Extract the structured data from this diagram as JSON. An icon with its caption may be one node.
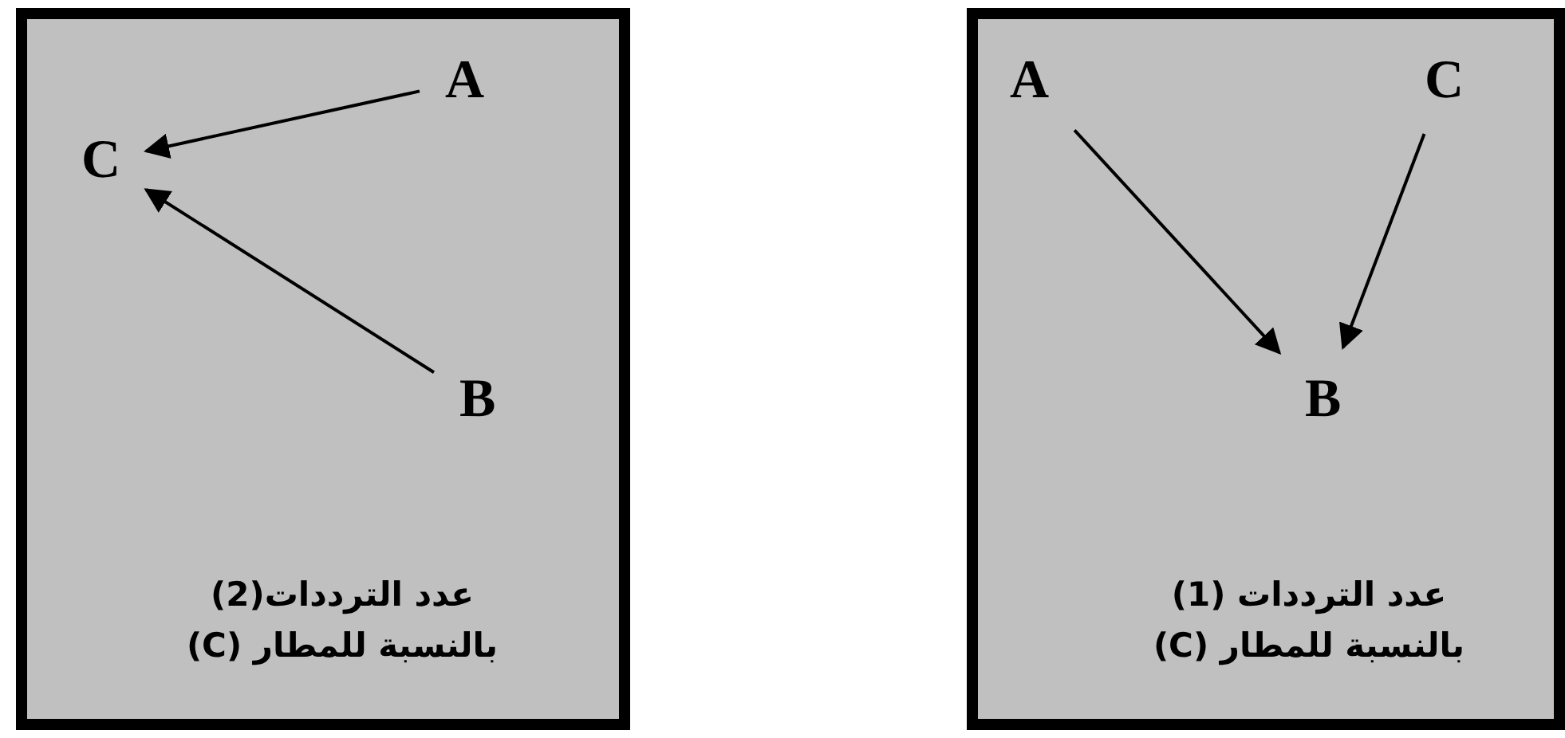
{
  "diagram": {
    "nodes": [
      {
        "text": [
          "عدد الترددات(2) بالنسبة للمطار (C)"
        ]
      },
      {
        "text": [
          "A"
        ],
        "in": 0
      },
      {
        "text": [
          "C"
        ],
        "in": 0
      },
      {
        "text": [
          "B"
        ],
        "in": 0
      },
      {
        "text": [
          "عدد الترددات (1) بالنسبة للمطار (C)"
        ]
      },
      {
        "text": [
          "A"
        ],
        "in": 4
      },
      {
        "text": [
          "C"
        ],
        "in": 4
      },
      {
        "text": [
          "B"
        ],
        "in": 4
      }
    ],
    "edges": [
      {
        "from": 1,
        "to": 2,
        "arrow": "to"
      },
      {
        "from": 3,
        "to": 2,
        "arrow": "to"
      },
      {
        "from": 5,
        "to": 7,
        "arrow": "to"
      },
      {
        "from": 6,
        "to": 7,
        "arrow": "to"
      }
    ]
  }
}
